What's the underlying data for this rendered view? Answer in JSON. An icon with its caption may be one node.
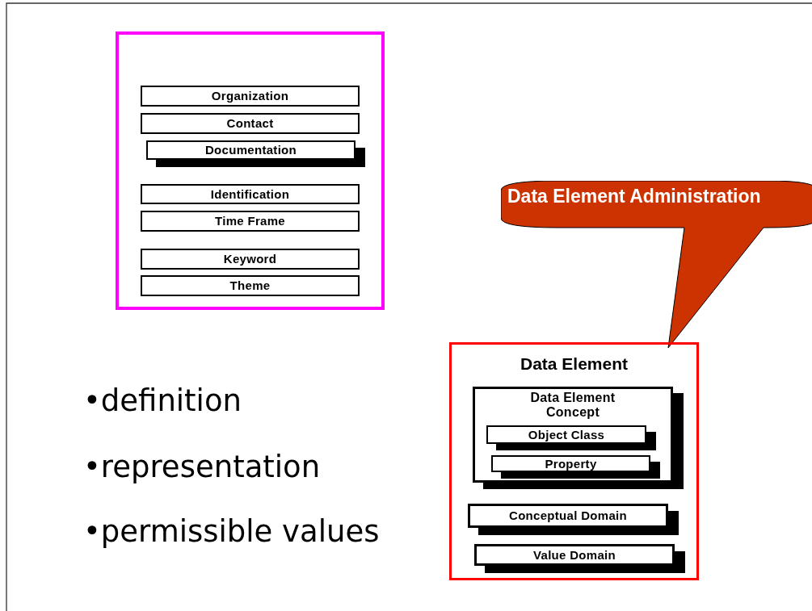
{
  "diagram": {
    "nodes": [
      {
        "text": [],
        "shape": "box"
      },
      {
        "text": [
          "Organization"
        ],
        "in": 0
      },
      {
        "text": [
          "Contact"
        ],
        "in": 0
      },
      {
        "text": [
          "Documentation"
        ],
        "in": 0
      },
      {
        "text": [
          "Identification"
        ],
        "in": 0
      },
      {
        "text": [
          "Time Frame"
        ],
        "in": 0
      },
      {
        "text": [
          "Keyword"
        ],
        "in": 0
      },
      {
        "text": [
          "Theme"
        ],
        "in": 0
      },
      {
        "text": [
          "Data Element Administration"
        ]
      },
      {
        "text": [
          "Data Element"
        ]
      },
      {
        "text": [
          "Data Element Concept"
        ],
        "in": 9
      },
      {
        "text": [
          "Object Class"
        ],
        "in": 10
      },
      {
        "text": [
          "Property"
        ],
        "in": 10
      },
      {
        "text": [
          "Conceptual Domain"
        ],
        "in": 9
      },
      {
        "text": [
          "Value Domain"
        ],
        "in": 9
      }
    ],
    "labels": [
      "•definition",
      "•representation",
      "•permissible values"
    ]
  }
}
